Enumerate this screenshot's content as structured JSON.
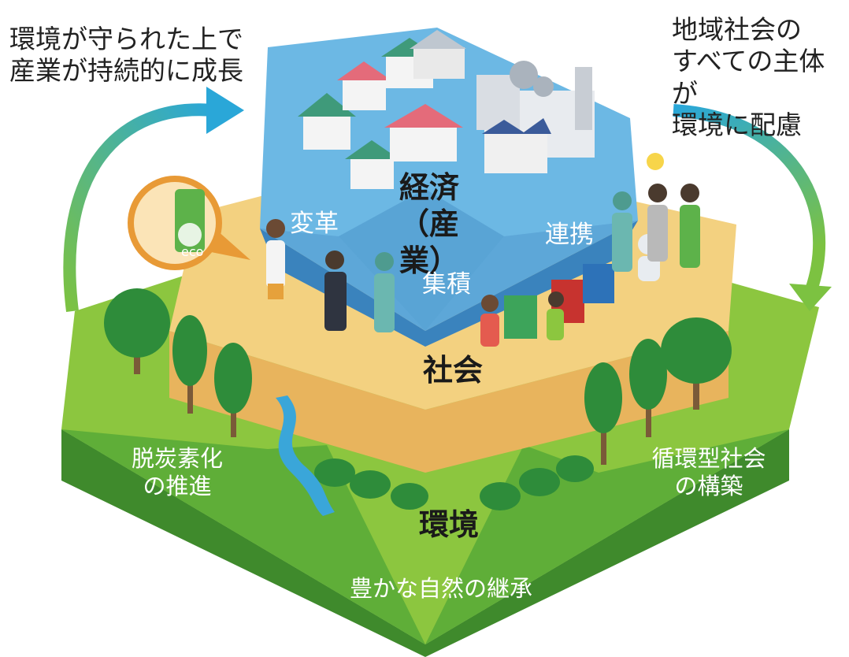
{
  "captions": {
    "top_left": "環境が守られた上で\n産業が持続的に成長",
    "top_right": "地域社会の\nすべての主体が\n環境に配慮"
  },
  "layers": {
    "economy": "経済\n（産業）",
    "society": "社会",
    "environment": "環境"
  },
  "economy_labels": {
    "left": "変革",
    "right": "連携",
    "center": "集積"
  },
  "environment_labels": {
    "left": "脱炭素化\nの推進",
    "right": "循環型社会\nの構築",
    "bottom": "豊かな自然の継承"
  },
  "badge_text": "eco",
  "colors": {
    "economy_top": "#6cb8e4",
    "economy_side": "#4b93c9",
    "society_top": "#f3d180",
    "society_side": "#e8b45d",
    "environment_top": "#8cc63f",
    "environment_side": "#4b9b32",
    "arrow_gradient_start": "#2aa7d8",
    "arrow_gradient_end": "#7cc241"
  }
}
